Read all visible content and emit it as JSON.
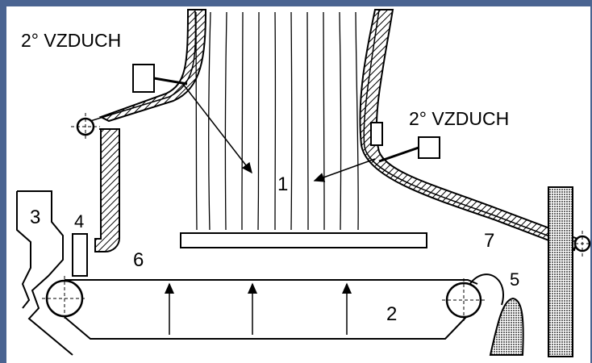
{
  "diagram": {
    "labels": {
      "air_left": "2° VZDUCH",
      "air_right": "2° VZDUCH",
      "n1": "1",
      "n2": "2",
      "n3": "3",
      "n4": "4",
      "n5": "5",
      "n6": "6",
      "n7": "7"
    }
  },
  "colors": {
    "background_border": "#4a6491",
    "canvas": "#ffffff",
    "ink": "#000000"
  }
}
